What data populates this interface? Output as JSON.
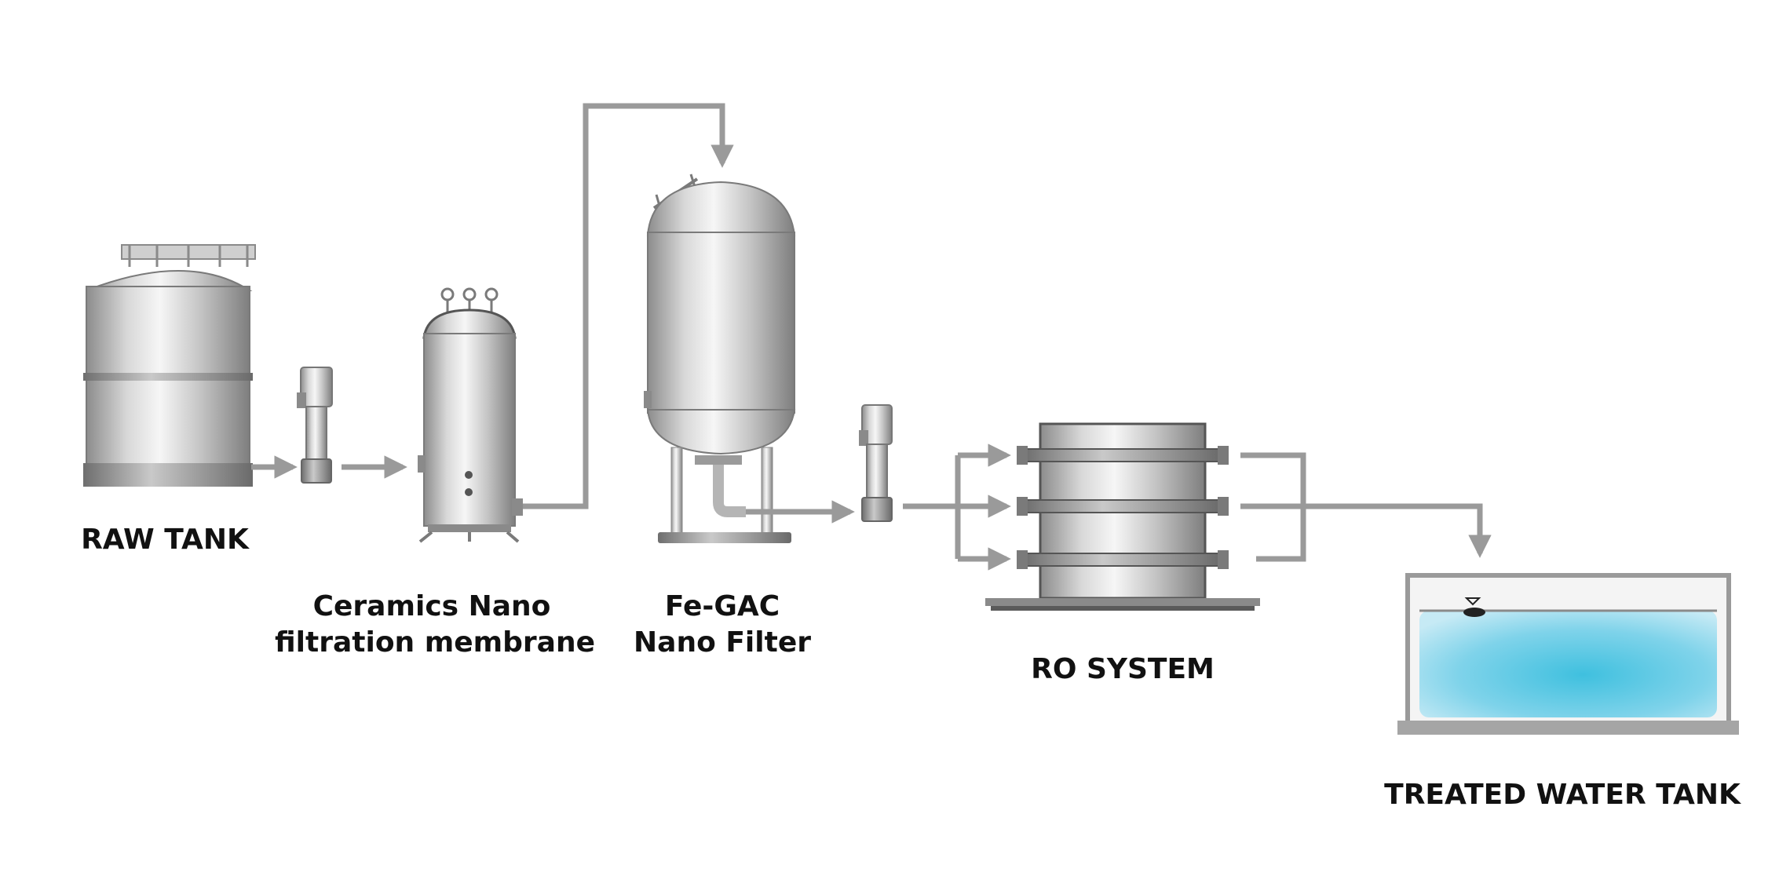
{
  "labels": {
    "raw_tank": "RAW TANK",
    "ceramic_line1": "Ceramics Nano",
    "ceramic_line2": "filtration membrane",
    "fegac_line1": "Fe-GAC",
    "fegac_line2": "Nano Filter",
    "ro_system": "RO SYSTEM",
    "treated_tank": "TREATED WATER TANK"
  },
  "colors": {
    "pipe": "#9a9a9a",
    "steel_dark": "#8a8a8a",
    "steel_light": "#f2f2f2",
    "water": "#6cc9e3",
    "label": "#111111"
  }
}
